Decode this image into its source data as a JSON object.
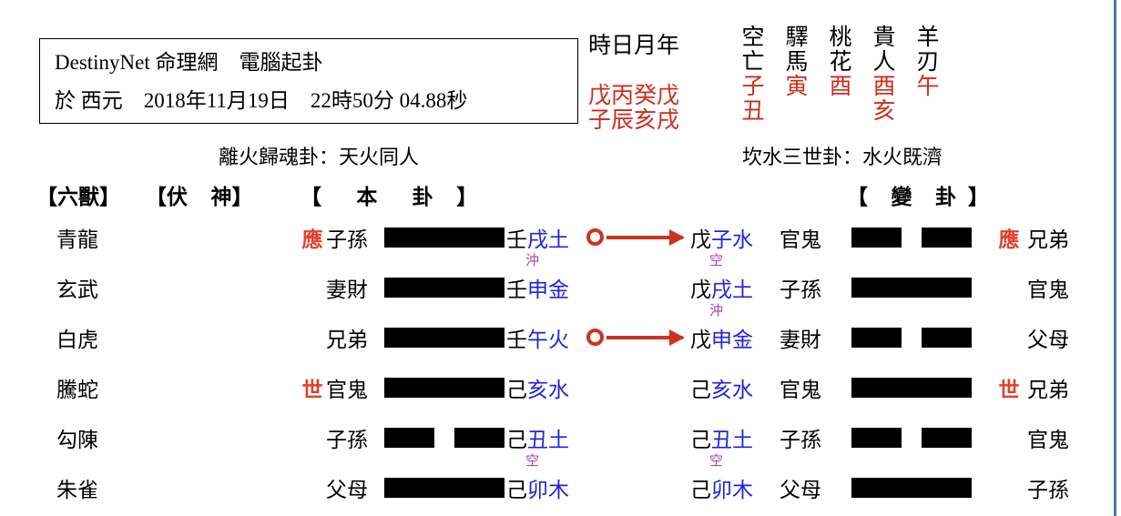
{
  "header": {
    "line1": "DestinyNet 命理網    電腦起卦",
    "line2": "於 西元    2018年11月19日    22時50分 04.88秒"
  },
  "time_pillars": {
    "labels": "時日月年",
    "stems": "戊丙癸戊",
    "branches": "子辰亥戌"
  },
  "shensha": [
    {
      "name_top": "空",
      "name_bottom": "亡",
      "value_top": "子",
      "value_bottom": "丑"
    },
    {
      "name_top": "驛",
      "name_bottom": "馬",
      "value_top": "寅",
      "value_bottom": ""
    },
    {
      "name_top": "桃",
      "name_bottom": "花",
      "value_top": "酉",
      "value_bottom": ""
    },
    {
      "name_top": "貴",
      "name_bottom": "人",
      "value_top": "酉",
      "value_bottom": "亥"
    },
    {
      "name_top": "羊",
      "name_bottom": "刃",
      "value_top": "午",
      "value_bottom": ""
    }
  ],
  "gua_names": {
    "left": "離火歸魂卦：天火同人",
    "right": "坎水三世卦：水火既濟"
  },
  "section_headers": {
    "beast": "【六獸】",
    "fushen": "【伏    神】",
    "bengua": "【      本      卦    】",
    "biangua": "【    變    卦  】"
  },
  "rows": [
    {
      "beast": "青龍",
      "fushen": "",
      "shiying_left": "應",
      "liuqin_left": "子孫",
      "line_left": "yang",
      "stem_left": "壬",
      "branch_left": "戌土",
      "mark_left": "沖",
      "changing": true,
      "stem_right": "戊",
      "branch_right": "子水",
      "mark_right": "空",
      "liuqin_right": "官鬼",
      "line_right": "yin",
      "shiying_right": "應",
      "liuqin_far": "兄弟"
    },
    {
      "beast": "玄武",
      "fushen": "",
      "shiying_left": "",
      "liuqin_left": "妻財",
      "line_left": "yang",
      "stem_left": "壬",
      "branch_left": "申金",
      "mark_left": "",
      "changing": false,
      "stem_right": "戊",
      "branch_right": "戌土",
      "mark_right": "沖",
      "liuqin_right": "子孫",
      "line_right": "yang",
      "shiying_right": "",
      "liuqin_far": "官鬼"
    },
    {
      "beast": "白虎",
      "fushen": "",
      "shiying_left": "",
      "liuqin_left": "兄弟",
      "line_left": "yang",
      "stem_left": "壬",
      "branch_left": "午火",
      "mark_left": "",
      "changing": true,
      "stem_right": "戊",
      "branch_right": "申金",
      "mark_right": "",
      "liuqin_right": "妻財",
      "line_right": "yin",
      "shiying_right": "",
      "liuqin_far": "父母"
    },
    {
      "beast": "騰蛇",
      "fushen": "",
      "shiying_left": "世",
      "liuqin_left": "官鬼",
      "line_left": "yang",
      "stem_left": "己",
      "branch_left": "亥水",
      "mark_left": "",
      "changing": false,
      "stem_right": "己",
      "branch_right": "亥水",
      "mark_right": "",
      "liuqin_right": "官鬼",
      "line_right": "yang",
      "shiying_right": "世",
      "liuqin_far": "兄弟"
    },
    {
      "beast": "勾陳",
      "fushen": "",
      "shiying_left": "",
      "liuqin_left": "子孫",
      "line_left": "yin",
      "stem_left": "己",
      "branch_left": "丑土",
      "mark_left": "空",
      "changing": false,
      "stem_right": "己",
      "branch_right": "丑土",
      "mark_right": "空",
      "liuqin_right": "子孫",
      "line_right": "yin",
      "shiying_right": "",
      "liuqin_far": "官鬼"
    },
    {
      "beast": "朱雀",
      "fushen": "",
      "shiying_left": "",
      "liuqin_left": "父母",
      "line_left": "yang",
      "stem_left": "己",
      "branch_left": "卯木",
      "mark_left": "",
      "changing": false,
      "stem_right": "己",
      "branch_right": "卯木",
      "mark_right": "",
      "liuqin_right": "父母",
      "line_right": "yang",
      "shiying_right": "",
      "liuqin_far": "子孫"
    }
  ],
  "colors": {
    "red": "#cc2d1c",
    "blue": "#2222dd",
    "purple": "#b040a8",
    "arrow_red": "#cc3322",
    "border_blue": "#4a7bab"
  }
}
